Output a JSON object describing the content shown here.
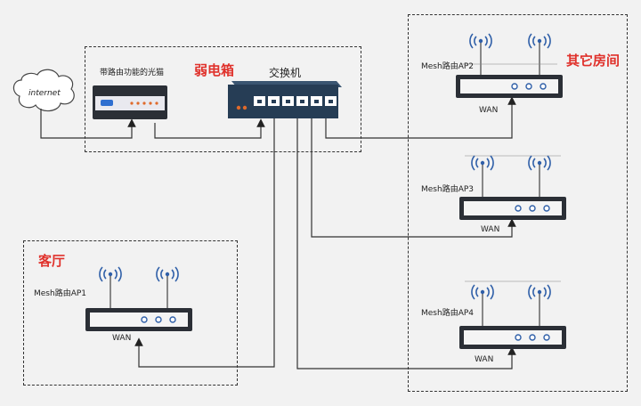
{
  "cloud": {
    "label": "internet"
  },
  "weak_box": {
    "title": "弱电箱",
    "modem_label": "带路由功能的光猫",
    "switch_label": "交换机"
  },
  "living_room": {
    "title": "客厅",
    "ap1": {
      "name": "Mesh路由AP1",
      "port": "WAN"
    }
  },
  "other_rooms": {
    "title": "其它房间",
    "ap2": {
      "name": "Mesh路由AP2",
      "port": "WAN"
    },
    "ap3": {
      "name": "Mesh路由AP3",
      "port": "WAN"
    },
    "ap4": {
      "name": "Mesh路由AP4",
      "port": "WAN"
    }
  },
  "colors": {
    "accent_red": "#e0312b",
    "switch_blue": "#263d55",
    "router_dark": "#2b2f36",
    "signal_blue": "#2f5fa8"
  }
}
